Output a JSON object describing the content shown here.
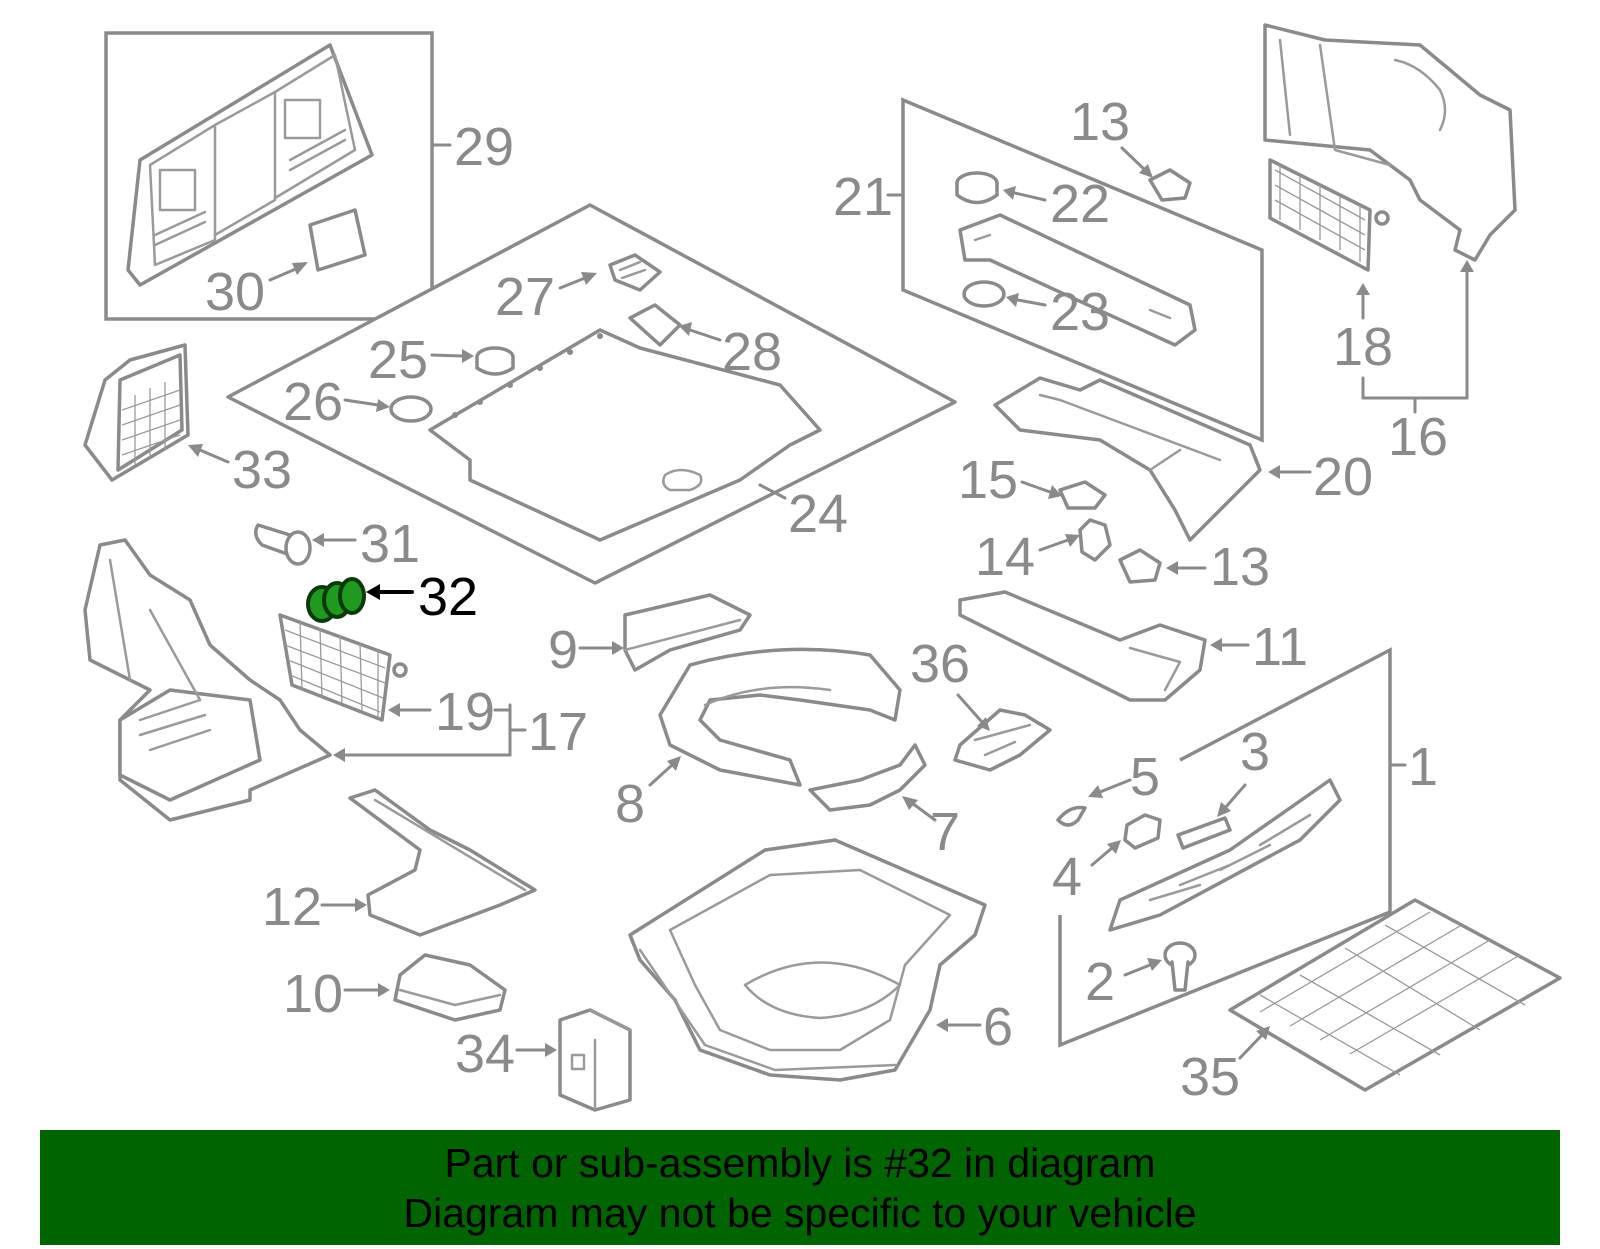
{
  "callouts": {
    "c1": "1",
    "c2": "2",
    "c3": "3",
    "c4": "4",
    "c5": "5",
    "c6": "6",
    "c7": "7",
    "c8": "8",
    "c9": "9",
    "c10": "10",
    "c11": "11",
    "c12": "12",
    "c13a": "13",
    "c13b": "13",
    "c14": "14",
    "c15": "15",
    "c16": "16",
    "c17": "17",
    "c18": "18",
    "c19": "19",
    "c20": "20",
    "c21": "21",
    "c22": "22",
    "c23": "23",
    "c24": "24",
    "c25": "25",
    "c26": "26",
    "c27": "27",
    "c28": "28",
    "c29": "29",
    "c30": "30",
    "c31": "31",
    "c32": "32",
    "c33": "33",
    "c34": "34",
    "c35": "35",
    "c36": "36"
  },
  "colors": {
    "line": "#8a8a8a",
    "highlight_part": "#1f9a1f",
    "banner_background": "#006400",
    "banner_text": "#000000"
  },
  "banner": {
    "line1": "Part or sub-assembly is #32 in diagram",
    "line2": "Diagram may not be specific to your vehicle"
  }
}
